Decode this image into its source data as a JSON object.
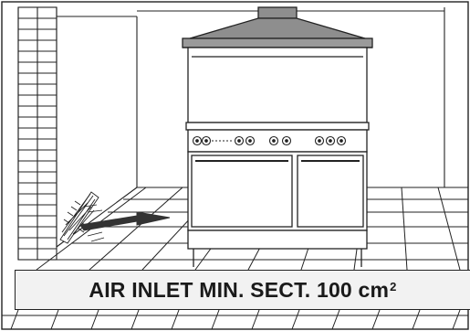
{
  "caption": {
    "text": "AIR INLET MIN. SECT. 100 cm",
    "superscript": "2"
  },
  "colors": {
    "line": "#222222",
    "hood": "#8e8e8e",
    "hood_dark": "#6f6f6f",
    "caption_bg": "#f2f2f2",
    "airflow": "#333333"
  },
  "icons": [
    "range-cooker",
    "extractor-hood",
    "air-vent-grille",
    "airflow-arrow",
    "brick-wall"
  ]
}
